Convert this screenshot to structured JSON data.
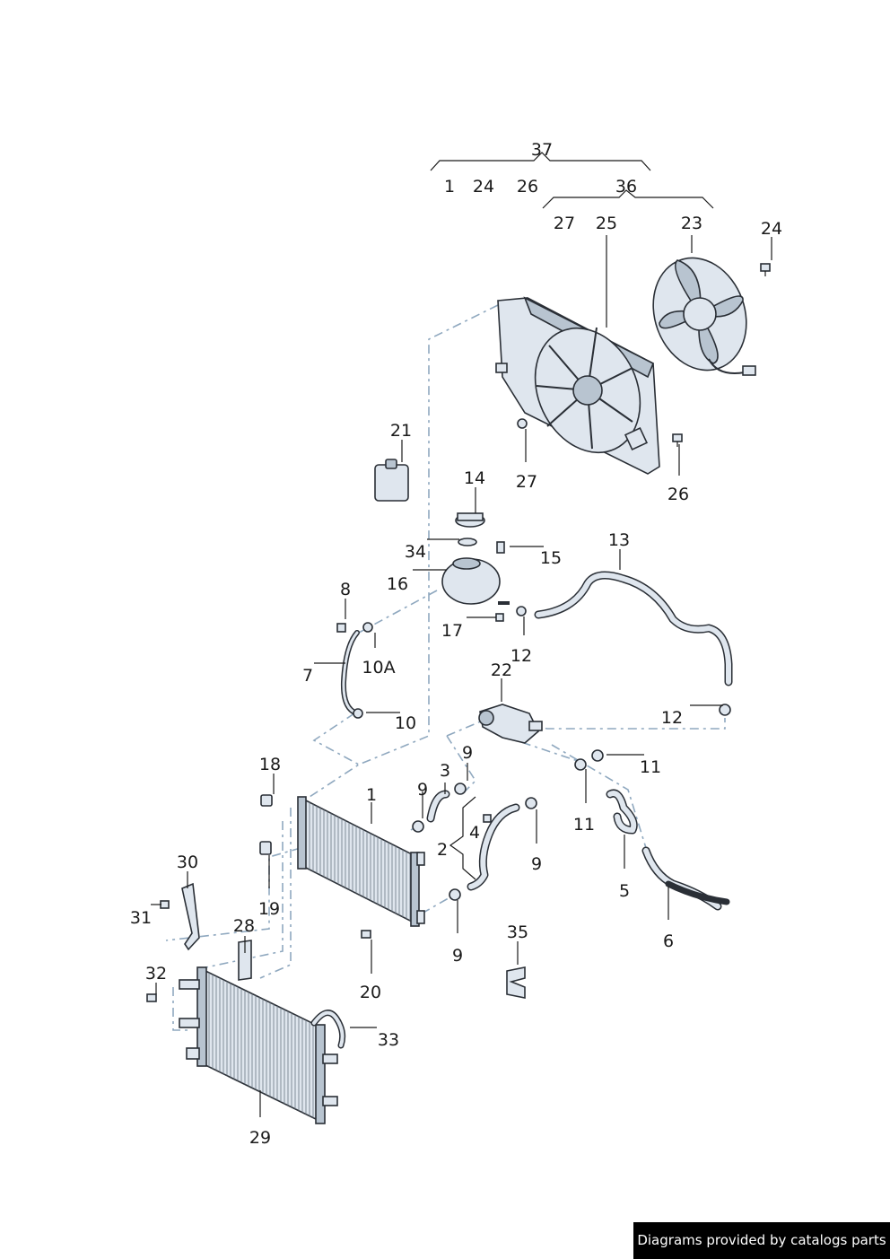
{
  "callouts": [
    {
      "id": "c37",
      "text": "37"
    },
    {
      "id": "c1top",
      "text": "1"
    },
    {
      "id": "c24a",
      "text": "24"
    },
    {
      "id": "c26a",
      "text": "26"
    },
    {
      "id": "c36",
      "text": "36"
    },
    {
      "id": "c27a",
      "text": "27"
    },
    {
      "id": "c25",
      "text": "25"
    },
    {
      "id": "c23",
      "text": "23"
    },
    {
      "id": "c24b",
      "text": "24"
    },
    {
      "id": "c21",
      "text": "21"
    },
    {
      "id": "c27b",
      "text": "27"
    },
    {
      "id": "c26b",
      "text": "26"
    },
    {
      "id": "c14",
      "text": "14"
    },
    {
      "id": "c34",
      "text": "34"
    },
    {
      "id": "c15",
      "text": "15"
    },
    {
      "id": "c13",
      "text": "13"
    },
    {
      "id": "c16",
      "text": "16"
    },
    {
      "id": "c8",
      "text": "8"
    },
    {
      "id": "c17",
      "text": "17"
    },
    {
      "id": "c12a",
      "text": "12"
    },
    {
      "id": "c7",
      "text": "7"
    },
    {
      "id": "c10a",
      "text": "10A"
    },
    {
      "id": "c22",
      "text": "22"
    },
    {
      "id": "c10",
      "text": "10"
    },
    {
      "id": "c12b",
      "text": "12"
    },
    {
      "id": "c9a",
      "text": "9"
    },
    {
      "id": "c18",
      "text": "18"
    },
    {
      "id": "c3",
      "text": "3"
    },
    {
      "id": "c11a",
      "text": "11"
    },
    {
      "id": "c9b",
      "text": "9"
    },
    {
      "id": "c1",
      "text": "1"
    },
    {
      "id": "c11b",
      "text": "11"
    },
    {
      "id": "c4",
      "text": "4"
    },
    {
      "id": "c2",
      "text": "2"
    },
    {
      "id": "c30",
      "text": "30"
    },
    {
      "id": "c9c",
      "text": "9"
    },
    {
      "id": "c5",
      "text": "5"
    },
    {
      "id": "c19",
      "text": "19"
    },
    {
      "id": "c31",
      "text": "31"
    },
    {
      "id": "c28",
      "text": "28"
    },
    {
      "id": "c35",
      "text": "35"
    },
    {
      "id": "c6",
      "text": "6"
    },
    {
      "id": "c9d",
      "text": "9"
    },
    {
      "id": "c32",
      "text": "32"
    },
    {
      "id": "c20",
      "text": "20"
    },
    {
      "id": "c33",
      "text": "33"
    },
    {
      "id": "c29",
      "text": "29"
    }
  ],
  "footer": {
    "credit": "Diagrams provided by catalogs parts"
  },
  "colors": {
    "line": "#1a1a1a",
    "dash": "#8fa8bf",
    "part_fill": "#dfe6ee",
    "banner_bg": "#000000",
    "banner_text": "#ffffff"
  }
}
